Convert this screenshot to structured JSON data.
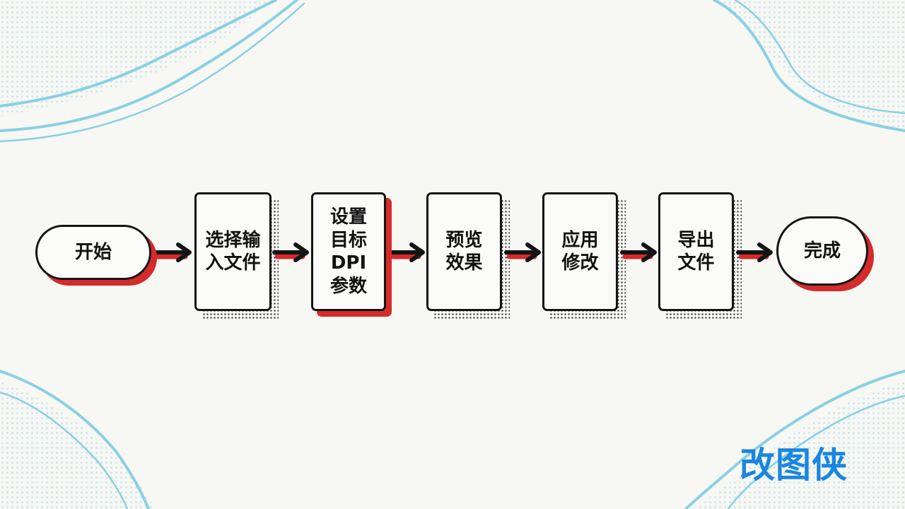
{
  "accent_color": "#d42b2b",
  "decoration_color": "#8ad0e2",
  "brand_color": "#1a86e0",
  "flow": {
    "nodes": [
      {
        "id": "start",
        "label": "开始",
        "shape": "pill"
      },
      {
        "id": "select-input",
        "label": "选择输\n入文件",
        "shape": "rect"
      },
      {
        "id": "set-dpi",
        "label": "设置\n目标\nDPI\n参数",
        "shape": "rect"
      },
      {
        "id": "preview",
        "label": "预览\n效果",
        "shape": "rect"
      },
      {
        "id": "apply",
        "label": "应用\n修改",
        "shape": "rect"
      },
      {
        "id": "export",
        "label": "导出\n文件",
        "shape": "rect"
      },
      {
        "id": "done",
        "label": "完成",
        "shape": "pill"
      }
    ]
  },
  "brand": {
    "name": "改图侠"
  }
}
